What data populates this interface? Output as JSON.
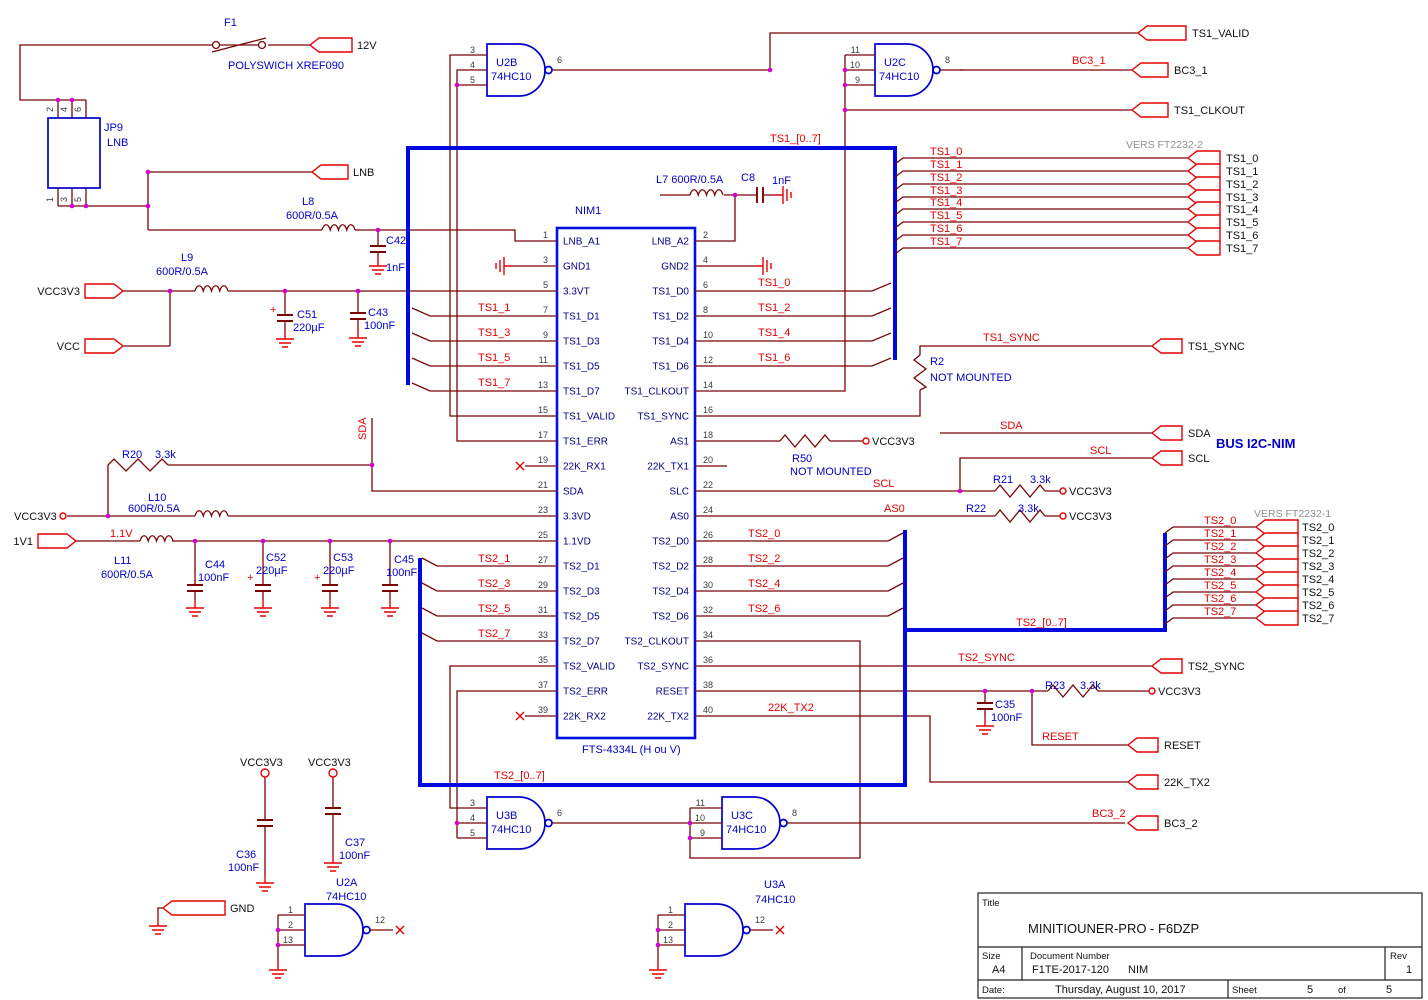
{
  "symbols": {
    "plus": "+"
  },
  "meta": {
    "bus_i2c": "BUS I2C-NIM",
    "vers_ft2232_1": "VERS FT2232-1",
    "vers_ft2232_2": "VERS FT2232-2"
  },
  "power": {
    "vcc3v3": "VCC3V3",
    "vcc": "VCC",
    "gnd": "GND",
    "v12": "12V",
    "lnb": "LNB",
    "v1": "1V1"
  },
  "nets": {
    "ts1_bus": "TS1_[0..7]",
    "ts2_bus": "TS2_[0..7]",
    "ts1_sync": "TS1_SYNC",
    "ts2_sync": "TS2_SYNC",
    "sda": "SDA",
    "scl": "SCL",
    "as0": "AS0",
    "reset": "RESET",
    "tx2": "22K_TX2",
    "bc3_1": "BC3_1",
    "bc3_2": "BC3_2",
    "v1_1": "1.1V"
  },
  "connectors": {
    "ts1_valid": "TS1_VALID",
    "bc3_1": "BC3_1",
    "ts1_clkout": "TS1_CLKOUT",
    "ts1_sync": "TS1_SYNC",
    "sda": "SDA",
    "scl": "SCL",
    "ts2_sync": "TS2_SYNC",
    "reset": "RESET",
    "tx2_22k": "22K_TX2",
    "bc3_2": "BC3_2"
  },
  "ts1": [
    "TS1_0",
    "TS1_1",
    "TS1_2",
    "TS1_3",
    "TS1_4",
    "TS1_5",
    "TS1_6",
    "TS1_7"
  ],
  "ts2": [
    "TS2_0",
    "TS2_1",
    "TS2_2",
    "TS2_3",
    "TS2_4",
    "TS2_5",
    "TS2_6",
    "TS2_7"
  ],
  "nim": {
    "ref": "NIM1",
    "value": "FTS-4334L (H ou V)",
    "left": [
      {
        "n": "1",
        "name": "LNB_A1"
      },
      {
        "n": "3",
        "name": "GND1"
      },
      {
        "n": "5",
        "name": "3.3VT"
      },
      {
        "n": "7",
        "name": "TS1_D1"
      },
      {
        "n": "9",
        "name": "TS1_D3"
      },
      {
        "n": "11",
        "name": "TS1_D5"
      },
      {
        "n": "13",
        "name": "TS1_D7"
      },
      {
        "n": "15",
        "name": "TS1_VALID"
      },
      {
        "n": "17",
        "name": "TS1_ERR"
      },
      {
        "n": "19",
        "name": "22K_RX1"
      },
      {
        "n": "21",
        "name": "SDA"
      },
      {
        "n": "23",
        "name": "3.3VD"
      },
      {
        "n": "25",
        "name": "1.1VD"
      },
      {
        "n": "27",
        "name": "TS2_D1"
      },
      {
        "n": "29",
        "name": "TS2_D3"
      },
      {
        "n": "31",
        "name": "TS2_D5"
      },
      {
        "n": "33",
        "name": "TS2_D7"
      },
      {
        "n": "35",
        "name": "TS2_VALID"
      },
      {
        "n": "37",
        "name": "TS2_ERR"
      },
      {
        "n": "39",
        "name": "22K_RX2"
      }
    ],
    "right": [
      {
        "n": "2",
        "name": "LNB_A2"
      },
      {
        "n": "4",
        "name": "GND2"
      },
      {
        "n": "6",
        "name": "TS1_D0"
      },
      {
        "n": "8",
        "name": "TS1_D2"
      },
      {
        "n": "10",
        "name": "TS1_D4"
      },
      {
        "n": "12",
        "name": "TS1_D6"
      },
      {
        "n": "14",
        "name": "TS1_CLKOUT"
      },
      {
        "n": "16",
        "name": "TS1_SYNC"
      },
      {
        "n": "18",
        "name": "AS1"
      },
      {
        "n": "20",
        "name": "22K_TX1"
      },
      {
        "n": "22",
        "name": "SLC"
      },
      {
        "n": "24",
        "name": "AS0"
      },
      {
        "n": "26",
        "name": "TS2_D0"
      },
      {
        "n": "28",
        "name": "TS2_D2"
      },
      {
        "n": "30",
        "name": "TS2_D4"
      },
      {
        "n": "32",
        "name": "TS2_D6"
      },
      {
        "n": "34",
        "name": "TS2_CLKOUT"
      },
      {
        "n": "36",
        "name": "TS2_SYNC"
      },
      {
        "n": "38",
        "name": "RESET"
      },
      {
        "n": "40",
        "name": "22K_TX2"
      }
    ]
  },
  "parts": {
    "f1": {
      "ref": "F1",
      "value": "POLYSWICH XREF090"
    },
    "jp9": {
      "ref": "JP9",
      "value": "LNB",
      "pins_top": [
        "2",
        "4",
        "6"
      ],
      "pins_bottom": [
        "1",
        "3",
        "5"
      ]
    },
    "u2a": {
      "ref": "U2A",
      "value": "74HC10",
      "inputs": [
        "1",
        "2",
        "13"
      ],
      "out": "12"
    },
    "u2b": {
      "ref": "U2B",
      "value": "74HC10",
      "inputs": [
        "3",
        "4",
        "5"
      ],
      "out": "6"
    },
    "u2c": {
      "ref": "U2C",
      "value": "74HC10",
      "inputs": [
        "11",
        "10",
        "9"
      ],
      "out": "8"
    },
    "u3a": {
      "ref": "U3A",
      "value": "74HC10",
      "inputs": [
        "1",
        "2",
        "13"
      ],
      "out": "12"
    },
    "u3b": {
      "ref": "U3B",
      "value": "74HC10",
      "inputs": [
        "3",
        "4",
        "5"
      ],
      "out": "6"
    },
    "u3c": {
      "ref": "U3C",
      "value": "74HC10",
      "inputs": [
        "11",
        "10",
        "9"
      ],
      "out": "8"
    },
    "l7": {
      "label": "L7 600R/0.5A"
    },
    "l8": {
      "ref": "L8",
      "value": "600R/0.5A"
    },
    "l9": {
      "ref": "L9",
      "value": "600R/0.5A"
    },
    "l10": {
      "ref": "L10",
      "value": "600R/0.5A"
    },
    "l11": {
      "ref": "L11",
      "value": "600R/0.5A"
    },
    "c8": {
      "ref": "C8",
      "value": "1nF"
    },
    "c35": {
      "ref": "C35",
      "value": "100nF"
    },
    "c36": {
      "ref": "C36",
      "value": "100nF"
    },
    "c37": {
      "ref": "C37",
      "value": "100nF"
    },
    "c42": {
      "ref": "C42",
      "value": "1nF"
    },
    "c43": {
      "ref": "C43",
      "value": "100nF"
    },
    "c44": {
      "ref": "C44",
      "value": "100nF"
    },
    "c45": {
      "ref": "C45",
      "value": "100nF"
    },
    "c51": {
      "ref": "C51",
      "value": "220µF"
    },
    "c52": {
      "ref": "C52",
      "value": "220µF"
    },
    "c53": {
      "ref": "C53",
      "value": "220µF"
    },
    "r2": {
      "ref": "R2",
      "value": "NOT MOUNTED"
    },
    "r50": {
      "ref": "R50",
      "value": "NOT MOUNTED"
    },
    "r20": {
      "ref": "R20",
      "value": "3.3k"
    },
    "r21": {
      "ref": "R21",
      "value": "3.3k"
    },
    "r22": {
      "ref": "R22",
      "value": "3.3k"
    },
    "r23": {
      "ref": "R23",
      "value": "3.3k"
    }
  },
  "title_block": {
    "title_label": "Title",
    "title": "MINITIOUNER-PRO -  F6DZP",
    "size_label": "Size",
    "size": "A4",
    "doc_label": "Document Number",
    "doc_number": "F1TE-2017-120",
    "doc_variant": "NIM",
    "rev_label": "Rev",
    "rev": "1",
    "date_label": "Date:",
    "date": "Thursday, August 10, 2017",
    "sheet_label": "Sheet",
    "sheet": "5",
    "of_label": "of",
    "sheet_total": "5"
  }
}
